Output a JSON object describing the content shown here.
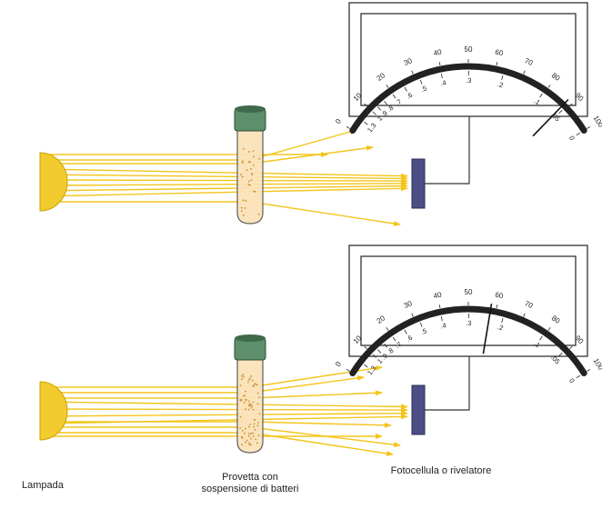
{
  "colors": {
    "lamp": "#f2cc2e",
    "lamp_stroke": "#c9a300",
    "ray": "#f3c51c",
    "tube_fill": "#fbe3b8",
    "tube_dots": "#c98a3a",
    "cap": "#5d8f6a",
    "cap_top": "#3f6a4c",
    "detector": "#4b4f86",
    "scale_arc": "#222222",
    "frame": "#333333"
  },
  "icons": {
    "lamp": "lamp-icon",
    "tube": "test-tube-icon",
    "detector": "photocell-icon",
    "meter": "meter-gauge-icon"
  },
  "meter": {
    "transmittance_ticks": [
      "0",
      "10",
      "20",
      "30",
      "40",
      "50",
      "60",
      "70",
      "80",
      "90",
      "100"
    ],
    "absorbance_ticks": [
      "1.3",
      "1",
      ".9",
      ".8",
      ".7",
      ".6",
      ".5",
      ".4",
      ".3",
      ".2",
      ".1",
      ".05",
      "0"
    ]
  },
  "panels": [
    {
      "id": "top",
      "needle_transmittance": 88,
      "cells": 30
    },
    {
      "id": "bottom",
      "needle_transmittance": 58,
      "cells": 70
    }
  ],
  "labels": {
    "lamp": "Lampada",
    "tube_line1": "Provetta con",
    "tube_line2": "sospensione di batteri",
    "detector": "Fotocellula o rivelatore"
  }
}
